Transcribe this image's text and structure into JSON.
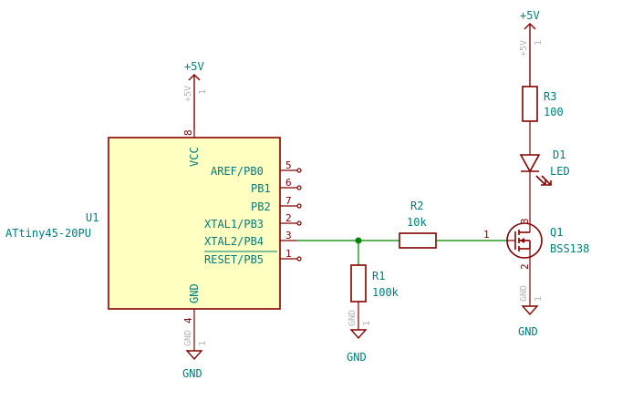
{
  "u1": {
    "ref": "U1",
    "value": "ATtiny45-20PU",
    "pins": {
      "vcc": {
        "name": "VCC",
        "num": "8"
      },
      "gnd": {
        "name": "GND",
        "num": "4"
      },
      "pb0": {
        "name": "AREF/PB0",
        "num": "5"
      },
      "pb1": {
        "name": "PB1",
        "num": "6"
      },
      "pb2": {
        "name": "PB2",
        "num": "7"
      },
      "pb3": {
        "name": "XTAL1/PB3",
        "num": "2"
      },
      "pb4": {
        "name": "XTAL2/PB4",
        "num": "3"
      },
      "pb5": {
        "name": "RESET/PB5",
        "num": "1"
      }
    }
  },
  "r1": {
    "ref": "R1",
    "value": "100k"
  },
  "r2": {
    "ref": "R2",
    "value": "10k"
  },
  "r3": {
    "ref": "R3",
    "value": "100"
  },
  "d1": {
    "ref": "D1",
    "value": "LED"
  },
  "q1": {
    "ref": "Q1",
    "value": "BSS138",
    "pins": {
      "gate": "1",
      "drain": "3",
      "source": "2"
    }
  },
  "power": {
    "vcc_label": "+5V",
    "gnd_label": "GND",
    "ghost_vcc": "+5V",
    "ghost_gnd": "GND",
    "ghost_pin": "1"
  },
  "colors": {
    "wire": "#008400",
    "component": "#840000",
    "body_fill": "#ffffc2",
    "label": "#007c7c",
    "pin_text": "#7f0000"
  }
}
